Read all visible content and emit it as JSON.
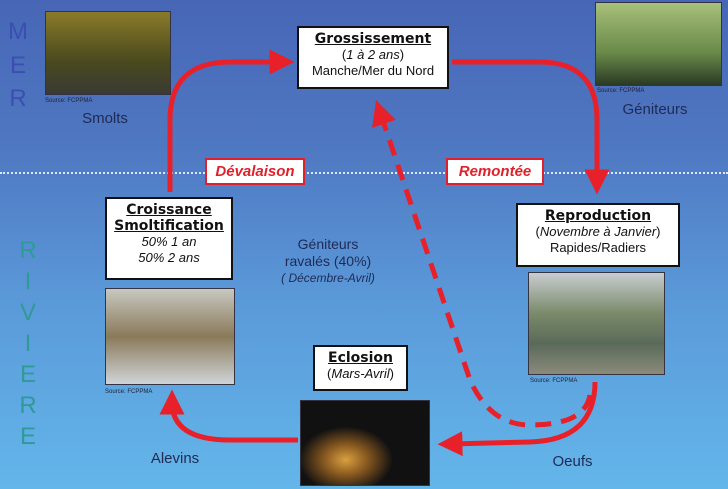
{
  "zones": {
    "sea": [
      "M",
      "E",
      "R"
    ],
    "river": [
      "R",
      "I",
      "V",
      "I",
      "E",
      "R",
      "E"
    ]
  },
  "photos": {
    "source": "Source: FCPPMA"
  },
  "captions": {
    "smolts": "Smolts",
    "geniteurs": "Géniteurs",
    "alevins": "Alevins",
    "oeufs": "Oeufs"
  },
  "stages": {
    "grossissement": {
      "title": "Grossissement",
      "period": "1 à 2 ans",
      "place": "Manche/Mer du Nord"
    },
    "croissance": {
      "title1": "Croissance",
      "title2": "Smoltification",
      "line1": "50% 1 an",
      "line2": "50% 2 ans"
    },
    "reproduction": {
      "title": "Reproduction",
      "period": "Novembre à Janvier",
      "place": "Rapides/Radiers"
    },
    "eclosion": {
      "title": "Eclosion",
      "period": "Mars-Avril"
    }
  },
  "migrations": {
    "devalaison": "Dévalaison",
    "remontee": "Remontée"
  },
  "ravales": {
    "line1": "Géniteurs",
    "line2": "ravalés (40%)",
    "line3": "Décembre-Avril"
  },
  "colors": {
    "arrow": "#e8202a",
    "sea_text": "#3a4fb0",
    "river_text": "#2f9a98"
  }
}
